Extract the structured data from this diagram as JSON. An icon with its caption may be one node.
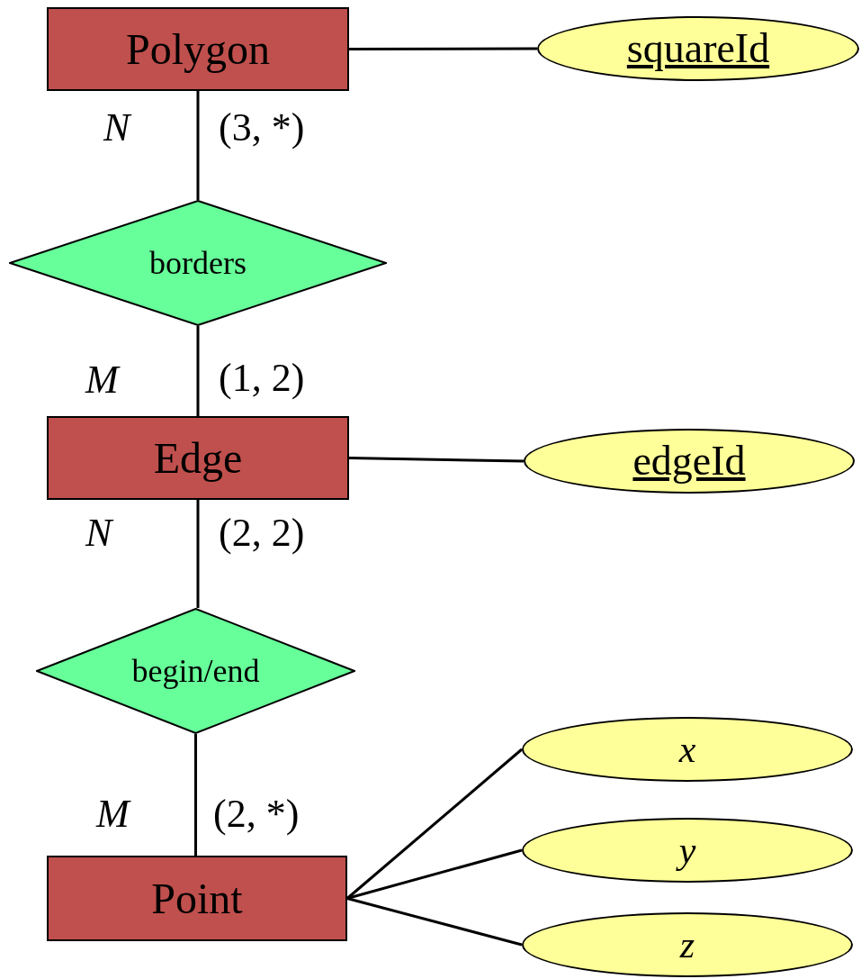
{
  "diagram": {
    "nodes": [
      {
        "text": [
          "Polygon"
        ]
      },
      {
        "text": [
          "squareId"
        ]
      },
      {
        "text": [
          "borders"
        ]
      },
      {
        "text": [
          "Edge"
        ]
      },
      {
        "text": [
          "edgeId"
        ]
      },
      {
        "text": [
          "begin/end"
        ]
      },
      {
        "text": [
          "Point"
        ]
      },
      {
        "text": [
          "x"
        ]
      },
      {
        "text": [
          "y"
        ]
      },
      {
        "text": [
          "z"
        ]
      }
    ],
    "edges": [
      {
        "from": 0,
        "to": 1,
        "arrow": "none"
      },
      {
        "from": 0,
        "to": 2,
        "arrow": "none"
      },
      {
        "from": 2,
        "to": 3,
        "arrow": "none"
      },
      {
        "from": 3,
        "to": 4,
        "arrow": "none"
      },
      {
        "from": 3,
        "to": 5,
        "arrow": "none"
      },
      {
        "from": 5,
        "to": 6,
        "arrow": "none"
      },
      {
        "from": 6,
        "to": 7,
        "arrow": "none"
      },
      {
        "from": 6,
        "to": 8,
        "arrow": "none"
      },
      {
        "from": 6,
        "to": 9,
        "arrow": "none"
      }
    ],
    "labels": [
      "N",
      "(3, *)",
      "M",
      "(1, 2)",
      "N",
      "(2, 2)",
      "M",
      "(2, *)"
    ]
  }
}
